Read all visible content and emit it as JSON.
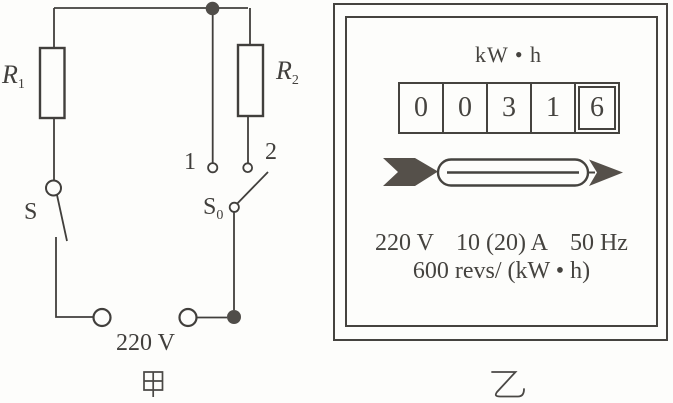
{
  "figure": {
    "left_caption": "甲",
    "right_caption": "乙"
  },
  "circuit": {
    "resistor_r1": {
      "base": "R",
      "sub": "1"
    },
    "resistor_r2": {
      "base": "R",
      "sub": "2"
    },
    "switch_s": {
      "base": "S",
      "sub": ""
    },
    "switch_s0": {
      "base": "S",
      "sub": "0"
    },
    "contact_1": "1",
    "contact_2": "2",
    "supply_voltage": "220 V"
  },
  "meter": {
    "unit_label": "kW • h",
    "register_digits": [
      "0",
      "0",
      "3",
      "1",
      "6"
    ],
    "spec_line1": [
      "220 V",
      "10 (20) A",
      "50 Hz"
    ],
    "spec_line2": "600 revs/ (kW • h)",
    "disc_symbol": "rotating-disc-with-arrows"
  },
  "colors": {
    "ink": "#3e3c39",
    "arrow_fill": "#55504a",
    "background": "#fdfdfb"
  }
}
